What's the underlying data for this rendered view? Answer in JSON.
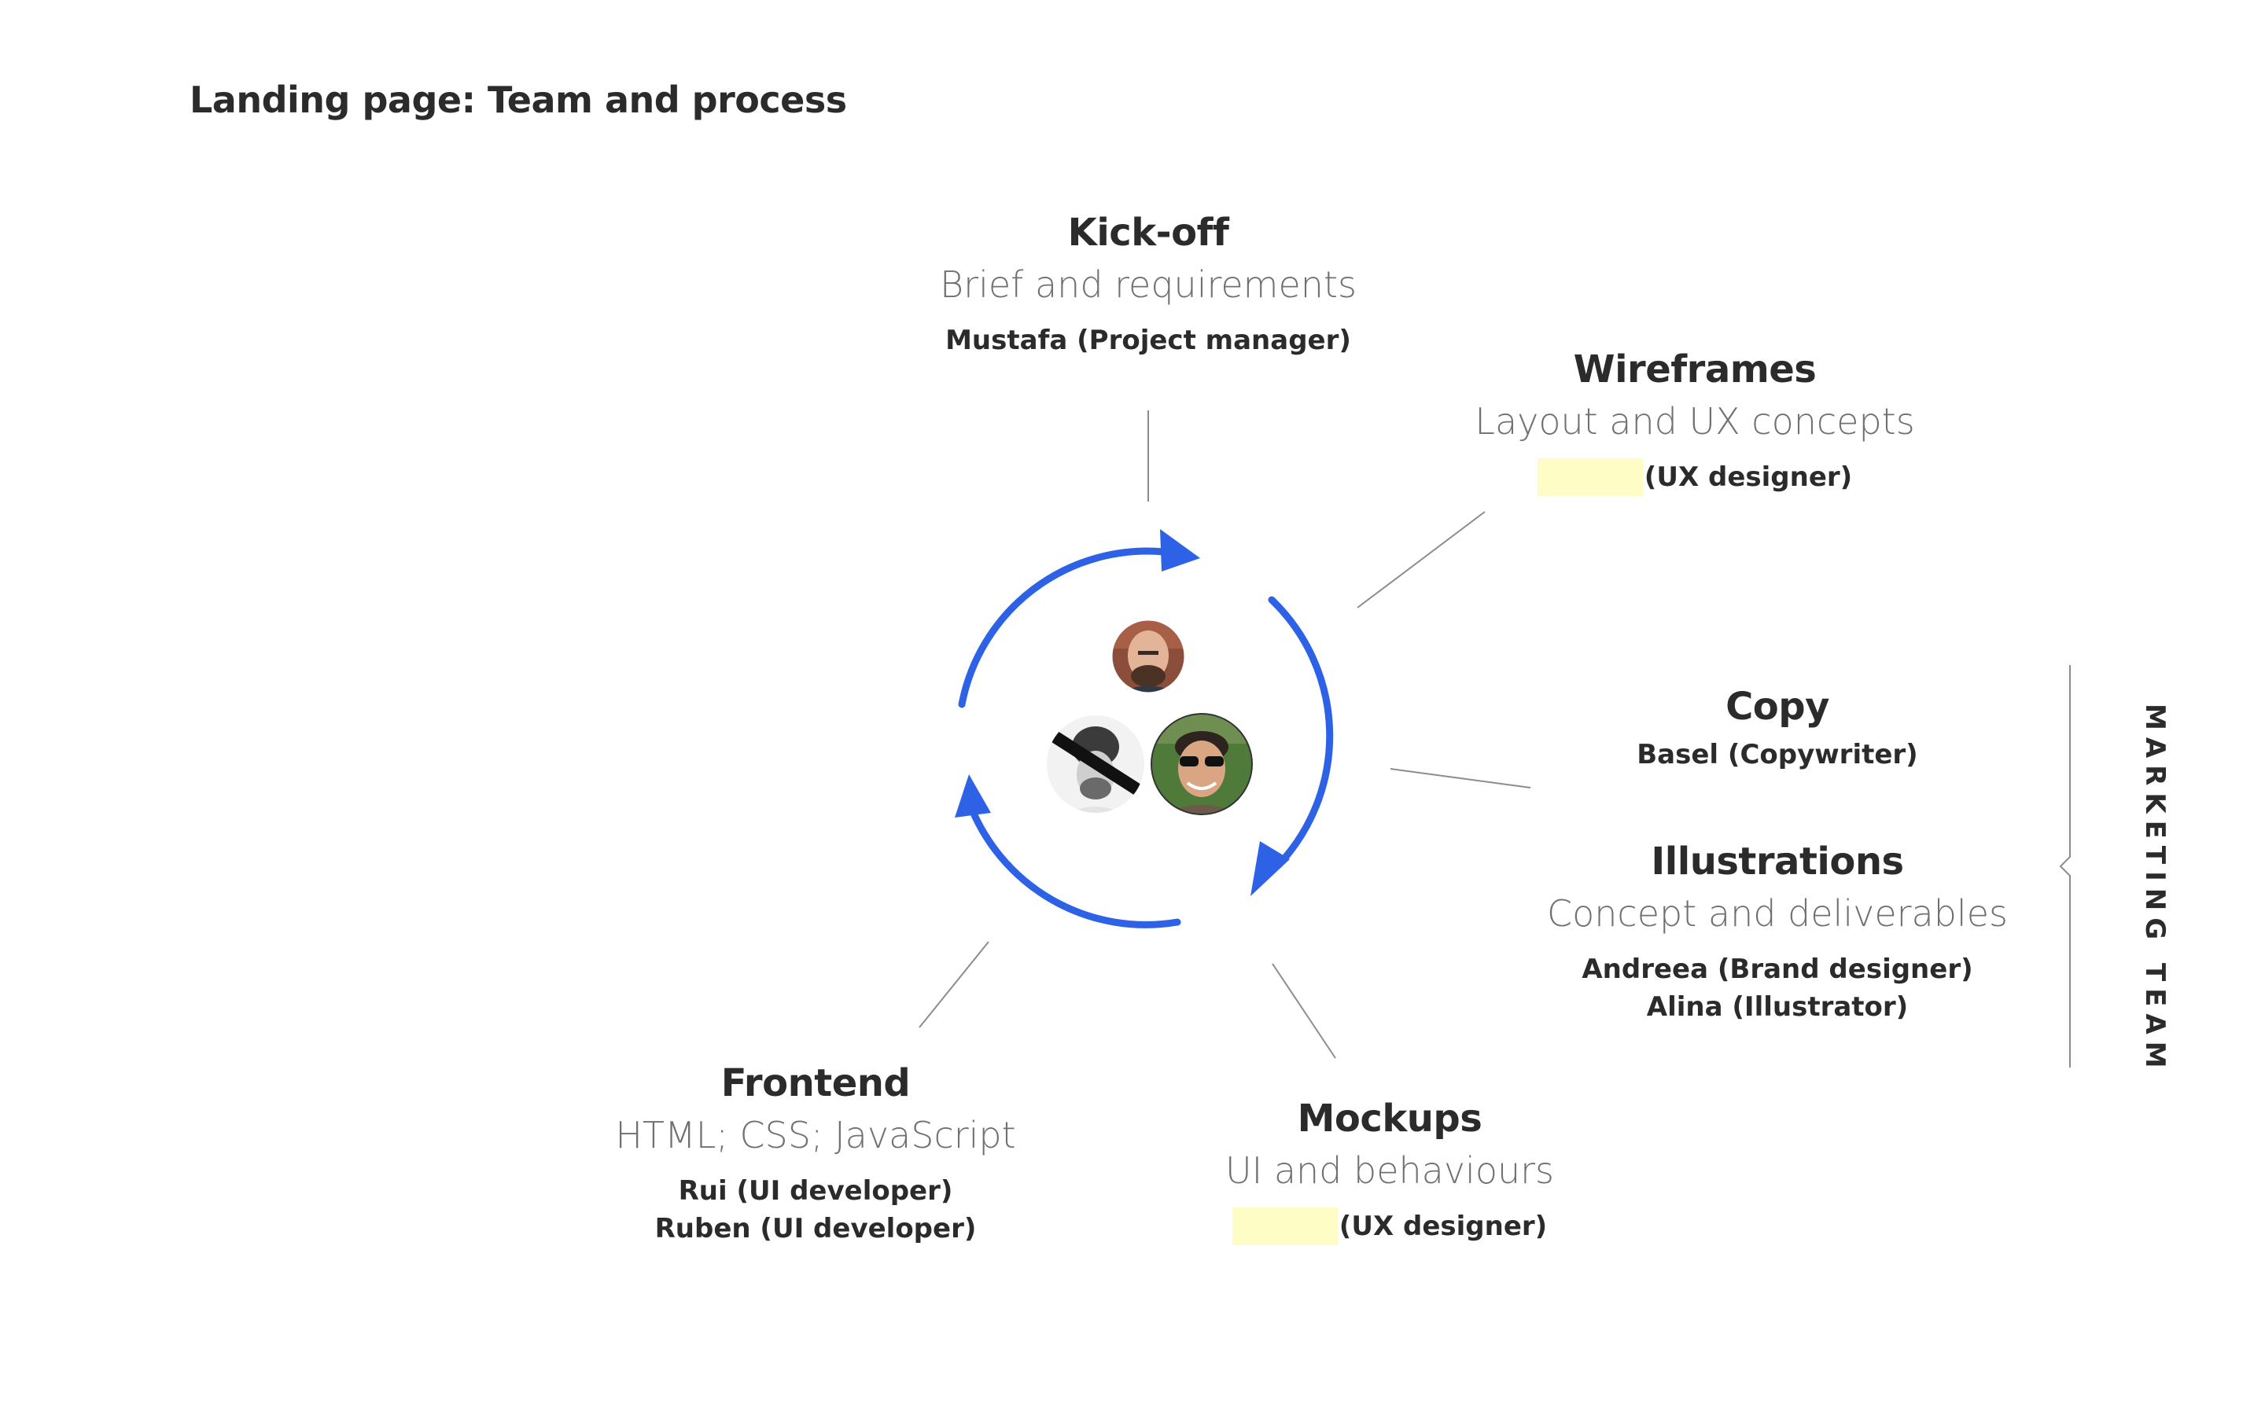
{
  "page": {
    "title": "Landing page: Team and process"
  },
  "kickoff": {
    "title": "Kick-off",
    "subtitle": "Brief and requirements",
    "people": [
      "Mustafa (Project manager)"
    ]
  },
  "wireframes": {
    "title": "Wireframes",
    "subtitle": "Layout and UX concepts",
    "people": [
      "(UX designer)"
    ]
  },
  "copy": {
    "title": "Copy",
    "people": [
      "Basel (Copywriter)"
    ]
  },
  "illustrations": {
    "title": "Illustrations",
    "subtitle": "Concept and deliverables",
    "people": [
      "Andreea (Brand designer)",
      "Alina (Illustrator)"
    ]
  },
  "frontend": {
    "title": "Frontend",
    "subtitle": "HTML; CSS; JavaScript",
    "people": [
      "Rui (UI developer)",
      "Ruben (UI developer)"
    ]
  },
  "mockups": {
    "title": "Mockups",
    "subtitle": "UI and behaviours",
    "people": [
      "(UX designer)"
    ]
  },
  "marketing_team": {
    "label": "MARKETING TEAM"
  },
  "colors": {
    "cycle_arrows": "#2e62e6",
    "connector": "#8c8c8c",
    "text": "#2b2b2b",
    "subtitle": "#707070",
    "highlight": "#fefdc6"
  },
  "icons": [
    "cycle-arrows-icon",
    "avatar-bald-man",
    "avatar-crossed-out",
    "avatar-man-sunglasses"
  ]
}
